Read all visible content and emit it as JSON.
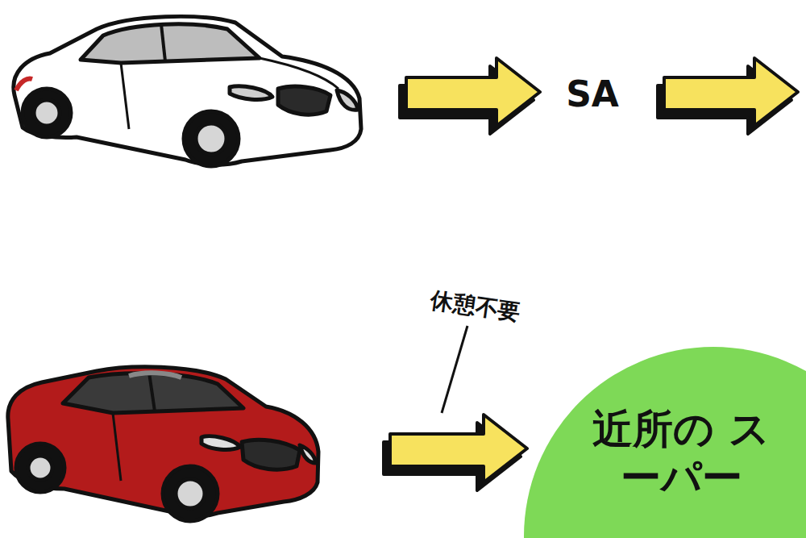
{
  "diagram": {
    "nodes": [
      {
        "text": [
          "近所の スーパー"
        ]
      }
    ],
    "labels": [
      "SA",
      "休憩不要"
    ]
  }
}
